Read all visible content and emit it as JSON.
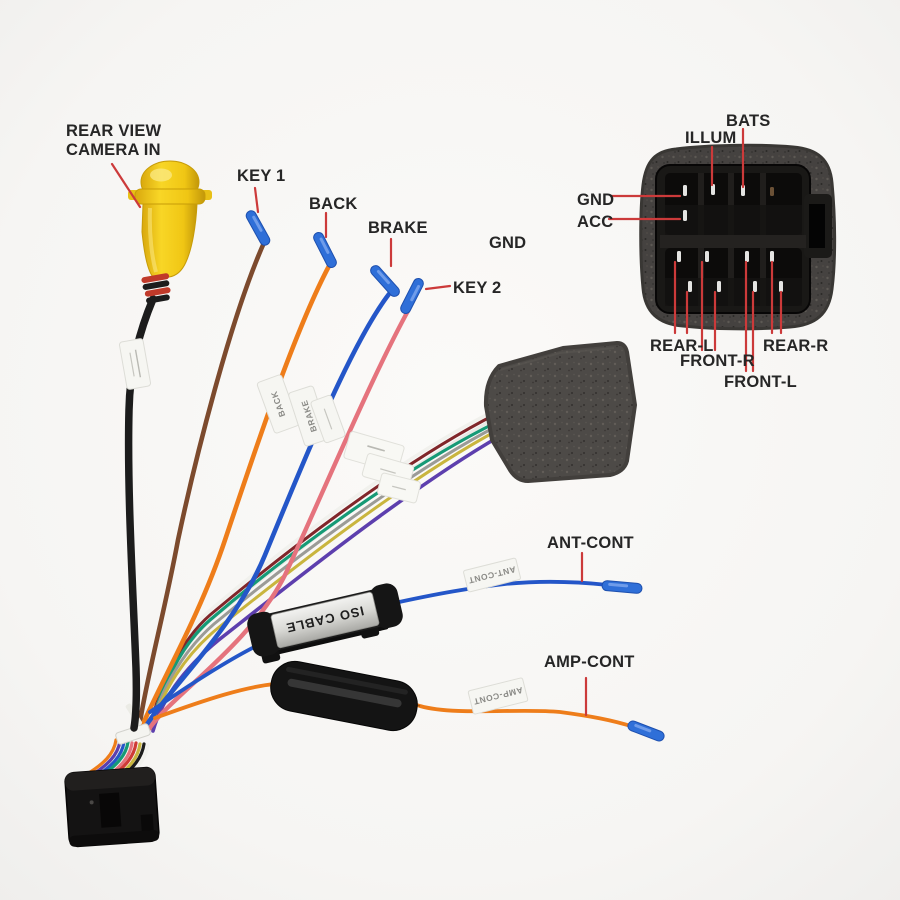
{
  "callouts": {
    "rear_view_camera": {
      "line1": "REAR VIEW",
      "line2": "CAMERA IN"
    },
    "key1": "KEY 1",
    "back": "BACK",
    "brake": "BRAKE",
    "gnd": "GND",
    "key2": "KEY 2",
    "ant_cont": "ANT-CONT",
    "amp_cont": "AMP-CONT"
  },
  "iso_connector": {
    "bats": "BATS",
    "illum": "ILLUM",
    "gnd": "GND",
    "acc": "ACC",
    "rear_l": "REAR-L",
    "front_r": "FRONT-R",
    "front_l": "FRONT-L",
    "rear_r": "REAR-R"
  },
  "wire_tags": {
    "iso_cable": "ISO CABLE",
    "ant_cont": "ANT-CONT",
    "amp_cont": "AMP-CONT",
    "back": "BACK",
    "brake": "BRAKE"
  },
  "colors": {
    "background": "#f7f6f4",
    "annotation_line": "#cc3a3a",
    "label_text": "#262626",
    "wire_black": "#1c1c1c",
    "wire_brown": "#7c4a2d",
    "wire_orange": "#ee7d1a",
    "wire_blue": "#2456c8",
    "wire_pink": "#e5737d",
    "wire_green": "#169a76",
    "wire_purple": "#5d3fae",
    "wire_yellow": "#c9b53e",
    "wire_gray": "#9b9b97",
    "wire_white": "#f1f1ed",
    "wire_maroon": "#80262a",
    "tip_blue": "#2f6fd8",
    "rca_yellow": "#f2c91c",
    "foam": "#4a4744",
    "connector_black": "#161514"
  }
}
